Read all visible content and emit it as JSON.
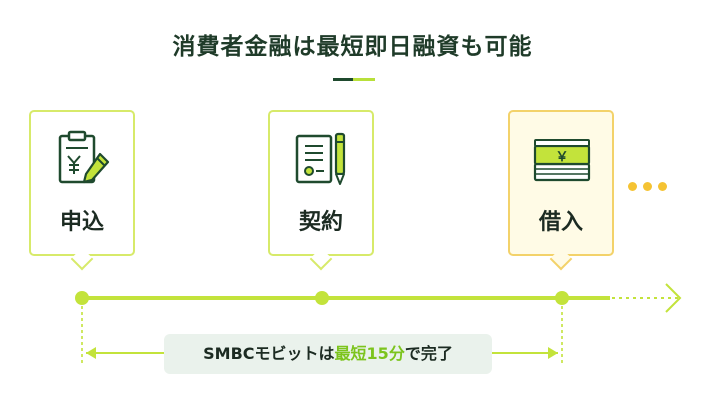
{
  "title": "消費者金融は最短即日融資も可能",
  "steps": [
    {
      "label": "申込",
      "icon": "application-form-icon"
    },
    {
      "label": "契約",
      "icon": "contract-pen-icon"
    },
    {
      "label": "借入",
      "icon": "cash-stack-icon",
      "symbol": "￥"
    }
  ],
  "more_icon": "ellipsis-dots-icon",
  "badge": {
    "prefix": "SMBCモビットは",
    "highlight": "最短15分",
    "suffix": "で完了"
  },
  "colors": {
    "title": "#1f3b29",
    "line": "#c3e33b",
    "card_border": "#d7ea6a",
    "active_border": "#f3d26a",
    "active_bg": "#fffbe6",
    "dots": "#f5c333",
    "icon_green": "#1f4a2e",
    "highlight": "#7cc41d",
    "badge_bg": "#eaf2ec"
  }
}
